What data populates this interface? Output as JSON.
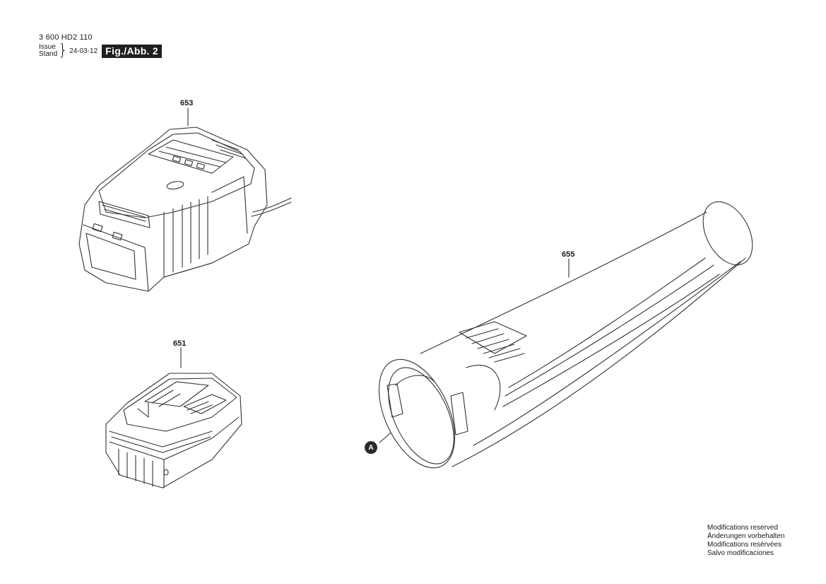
{
  "header": {
    "doc_number": "3 600 HD2 110",
    "issue_label": "Issue",
    "stand_label": "Stand",
    "issue_date": "24-03-12",
    "figure_label": "Fig./Abb. 2"
  },
  "parts": {
    "charger": {
      "number": "653",
      "icon": "battery-charger-drawing"
    },
    "battery": {
      "number": "651",
      "icon": "battery-pack-drawing"
    },
    "tube": {
      "number": "655",
      "icon": "blower-tube-drawing"
    }
  },
  "callouts": {
    "a": "A"
  },
  "footer": {
    "lines": [
      "Modifications reserved",
      "Änderungen vorbehalten",
      "Modifications resérvées",
      "Salvo modificaciones"
    ]
  },
  "colors": {
    "line": "#333333",
    "label_bg": "#1f1f1f"
  }
}
